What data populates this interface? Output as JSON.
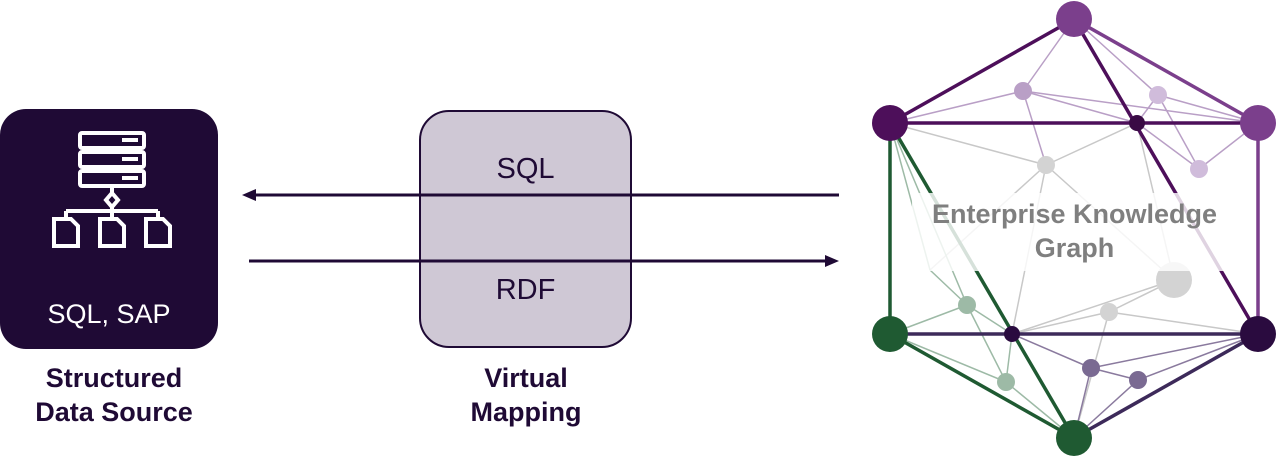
{
  "source": {
    "technologies": "SQL, SAP",
    "caption_line1": "Structured",
    "caption_line2": "Data Source",
    "icon": "database-hierarchy-icon"
  },
  "mapping": {
    "query_label": "SQL",
    "result_label": "RDF",
    "caption_line1": "Virtual",
    "caption_line2": "Mapping"
  },
  "graph": {
    "title_line1": "Enterprise Knowledge",
    "title_line2": "Graph"
  },
  "colors": {
    "dark_purple": "#1f0a35",
    "mapping_fill": "#cfc8d5",
    "graph_purple": "#7b3f8c",
    "graph_green": "#1f5a32",
    "graph_title": "#7f7f7f"
  }
}
